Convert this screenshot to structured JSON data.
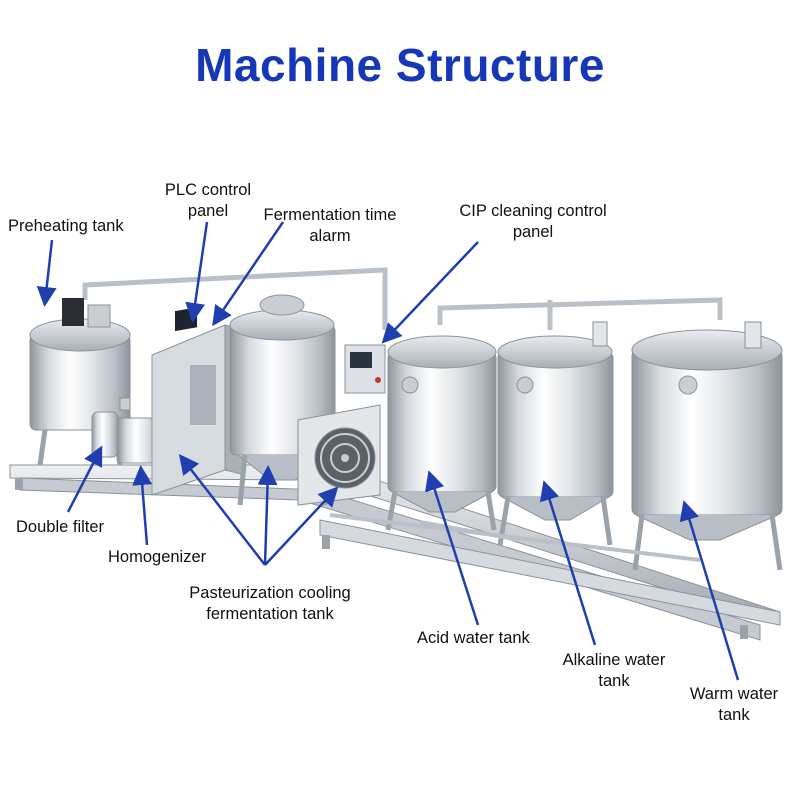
{
  "title": "Machine Structure",
  "labels": {
    "preheating_tank": "Preheating tank",
    "plc_control_panel_line1": "PLC control",
    "plc_control_panel_line2": "panel",
    "fermentation_time_alarm_line1": "Fermentation time",
    "fermentation_time_alarm_line2": "alarm",
    "cip_cleaning_control_panel_line1": "CIP cleaning control",
    "cip_cleaning_control_panel_line2": "panel",
    "double_filter": "Double filter",
    "homogenizer": "Homogenizer",
    "pasteurization_tank_line1": "Pasteurization cooling",
    "pasteurization_tank_line2": "fermentation tank",
    "acid_water_tank": "Acid water tank",
    "alkaline_water_tank_line1": "Alkaline water",
    "alkaline_water_tank_line2": "tank",
    "warm_water_tank_line1": "Warm water",
    "warm_water_tank_line2": "tank"
  },
  "colors": {
    "title": "#1537b8",
    "arrow": "#1f3fb0",
    "steel_light": "#f1f3f5",
    "steel_dark": "#9aa2aa"
  }
}
